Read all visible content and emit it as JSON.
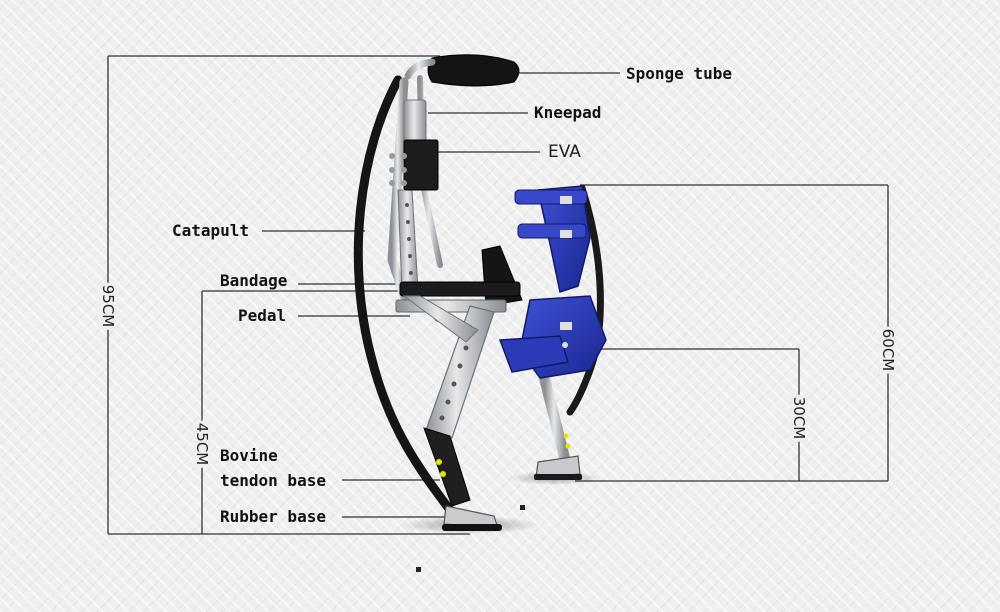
{
  "labels": {
    "sponge_tube": "Sponge tube",
    "kneepad": "Kneepad",
    "eva": "EVA",
    "catapult": "Catapult",
    "bandage": "Bandage",
    "pedal": "Pedal",
    "bovine_line1": "Bovine",
    "bovine_line2": "tendon base",
    "rubber_base": "Rubber base"
  },
  "dimensions": {
    "total_height": "95CM",
    "lower_height": "45CM",
    "right_height": "60CM",
    "right_lower_height": "30CM"
  },
  "colors": {
    "frame_black": "#1a1a1a",
    "aluminum": "#b9bcc0",
    "blue_unit": "#2433a8",
    "line": "#333333"
  }
}
